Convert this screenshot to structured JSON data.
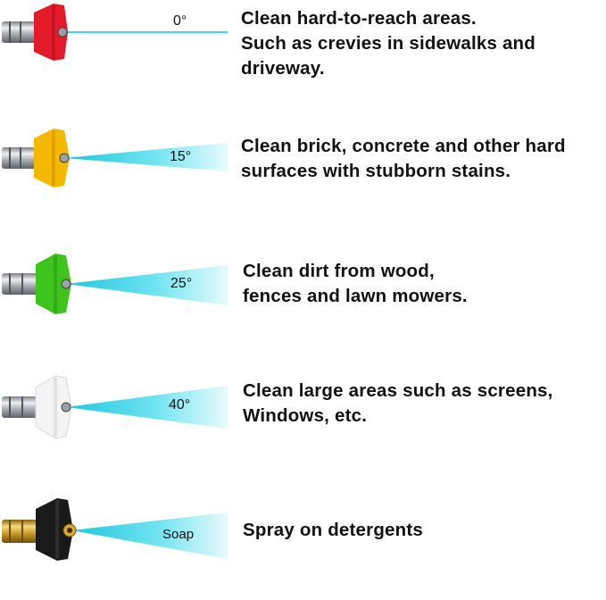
{
  "nozzles": [
    {
      "angle_label": "0°",
      "tip_color": "#e21a2a",
      "lines": [
        "Clean hard-to-reach areas.",
        "Such as crevies in sidewalks and",
        "driveway."
      ]
    },
    {
      "angle_label": "15°",
      "tip_color": "#f5b800",
      "lines": [
        "Clean brick, concrete and other hard",
        "surfaces with stubborn stains."
      ]
    },
    {
      "angle_label": "25°",
      "tip_color": "#3fc41e",
      "lines": [
        "Clean dirt from wood,",
        "fences and lawn mowers."
      ]
    },
    {
      "angle_label": "40°",
      "tip_color": "#f4f4f4",
      "lines": [
        "Clean large areas such as screens,",
        "Windows, etc."
      ]
    },
    {
      "angle_label": "Soap",
      "tip_color": "#1a1a1a",
      "lines": [
        "Spray on detergents"
      ]
    }
  ],
  "colors": {
    "spray": "#3fd3e6",
    "metal": "#b9bdc2",
    "brass": "#d8a92c"
  }
}
